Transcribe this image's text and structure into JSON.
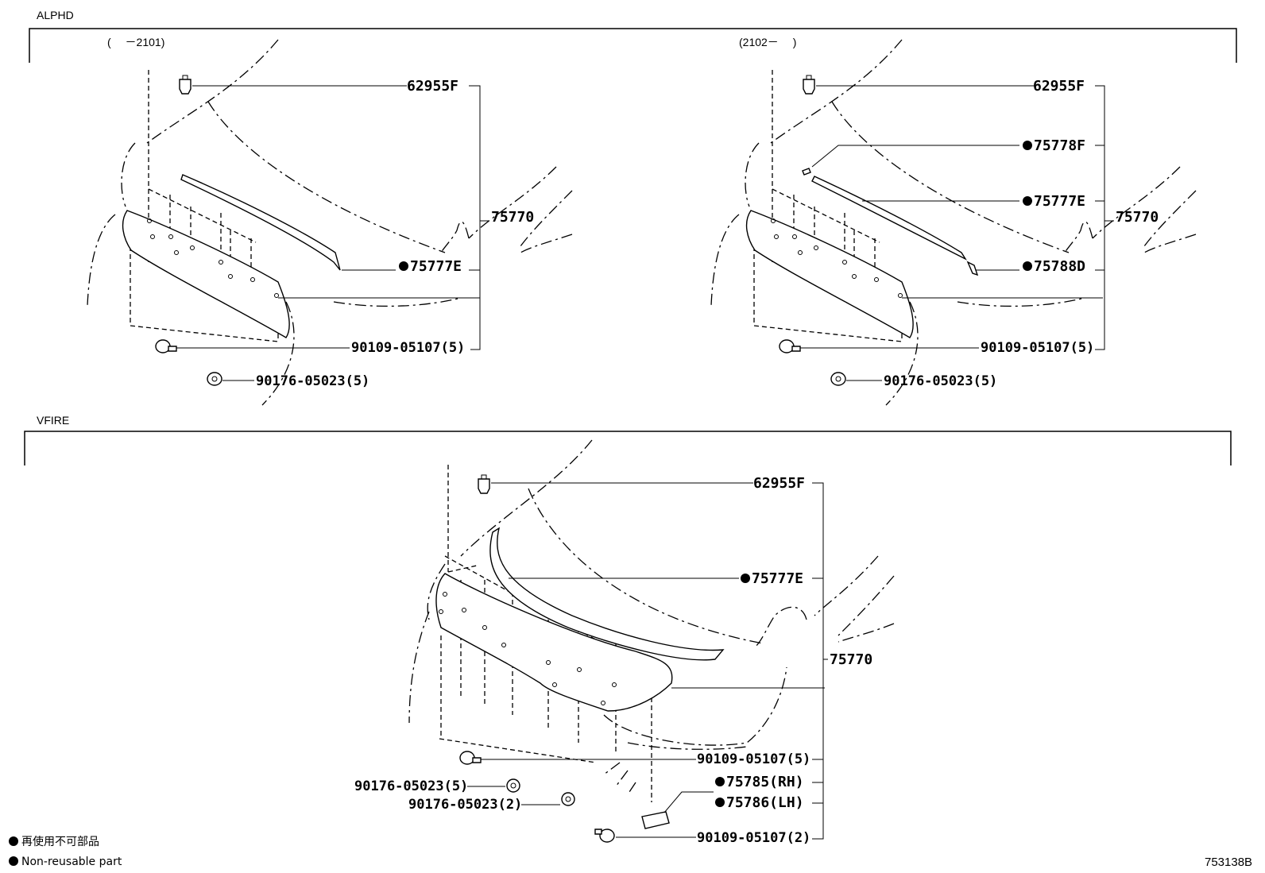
{
  "sections": [
    {
      "name": "ALPHD",
      "views": [
        {
          "range": "(　 －2101)",
          "labels": {
            "clip": "62955F",
            "molding_a": "75777E",
            "assembly": "75770",
            "screw": "90109-05107(5)",
            "nut": "90176-05023(5)"
          }
        },
        {
          "range": "(2102－　 )",
          "labels": {
            "clip": "62955F",
            "molding_b": "75778F",
            "molding_a": "75777E",
            "assembly": "75770",
            "molding_c": "75788D",
            "screw": "90109-05107(5)",
            "nut": "90176-05023(5)"
          }
        }
      ]
    },
    {
      "name": "VFIRE",
      "labels": {
        "clip": "62955F",
        "molding_a": "75777E",
        "assembly": "75770",
        "screw": "90109-05107(5)",
        "nut5": "90176-05023(5)",
        "nut2": "90176-05023(2)",
        "side_rh": "75785(RH)",
        "side_lh": "75786(LH)",
        "screw2": "90109-05107(2)"
      }
    }
  ],
  "legend": {
    "jp": "再使用不可部品",
    "en": "Non-reusable part"
  },
  "illustration_code": "753138B"
}
